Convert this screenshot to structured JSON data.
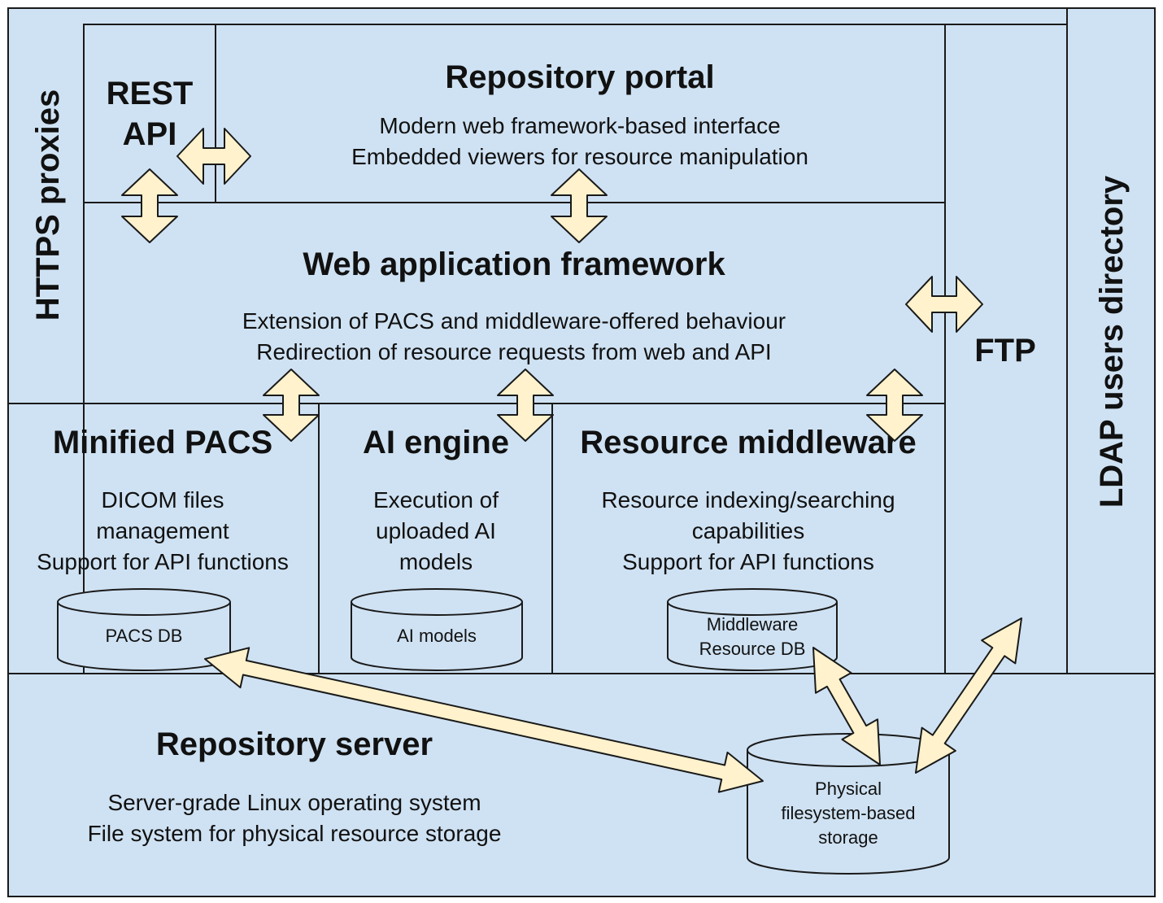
{
  "https_proxies": {
    "title": "HTTPS proxies"
  },
  "ldap": {
    "title": "LDAP users directory"
  },
  "rest_api": {
    "line1": "REST",
    "line2": "API"
  },
  "repository_portal": {
    "title": "Repository portal",
    "lines": [
      "Modern web framework-based interface",
      "Embedded viewers for resource manipulation"
    ]
  },
  "web_app_framework": {
    "title": "Web application framework",
    "lines": [
      "Extension of PACS and middleware-offered behaviour",
      "Redirection of resource requests from web and API"
    ]
  },
  "ftp": {
    "title": "FTP"
  },
  "minified_pacs": {
    "title": "Minified PACS",
    "lines": [
      "DICOM files",
      "management",
      "Support for API functions"
    ],
    "db": "PACS DB"
  },
  "ai_engine": {
    "title": "AI engine",
    "lines": [
      "Execution of",
      "uploaded AI",
      "models"
    ],
    "db": "AI models"
  },
  "resource_middleware": {
    "title": "Resource middleware",
    "lines": [
      "Resource indexing/searching",
      "capabilities",
      "Support for API functions"
    ],
    "db": [
      "Middleware",
      "Resource DB"
    ]
  },
  "repository_server": {
    "title": "Repository server",
    "lines": [
      "Server-grade Linux operating system",
      "File system for physical resource storage"
    ]
  },
  "storage": {
    "lines": [
      "Physical",
      "filesystem-based",
      "storage"
    ]
  },
  "colors": {
    "box_fill": "#cfe2f3",
    "arrow_fill": "#fff2cc",
    "stroke": "#1a1a1a"
  }
}
